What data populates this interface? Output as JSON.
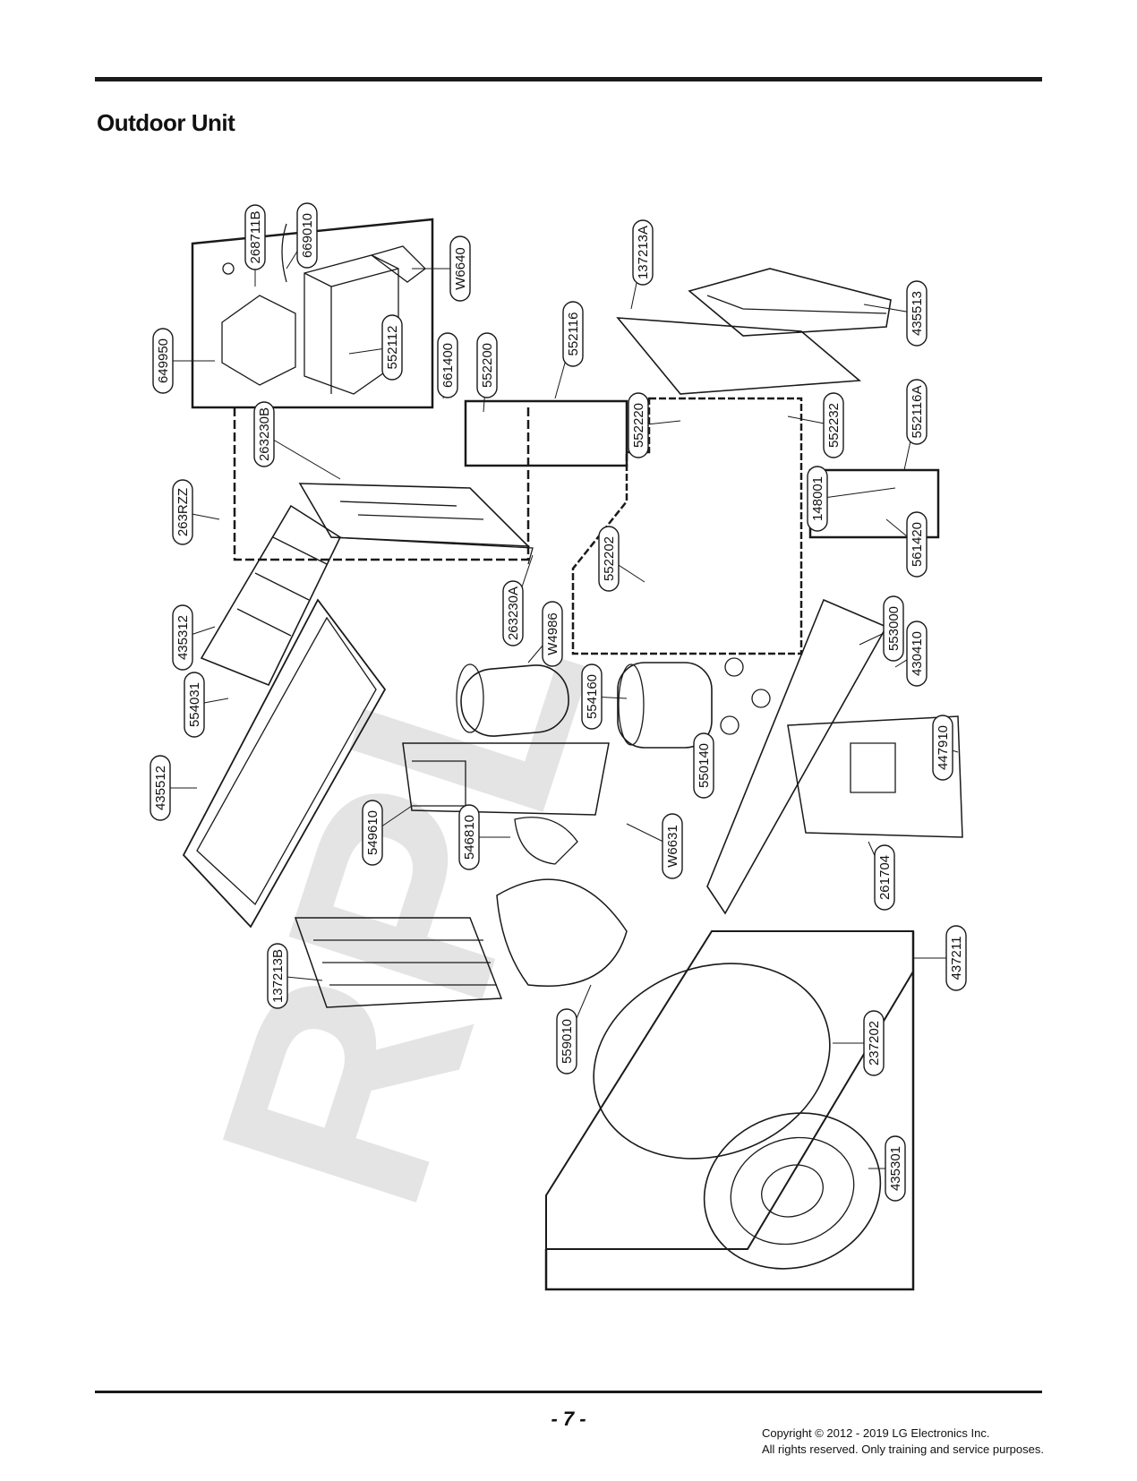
{
  "page": {
    "heading": "Outdoor Unit",
    "page_number": "- 7 -",
    "copyright_line1": "Copyright © 2012 - 2019 LG Electronics Inc.",
    "copyright_line2": "All rights reserved. Only training and service purposes."
  },
  "watermark": "RPL",
  "part_labels": [
    "268711B",
    "669010",
    "W6640",
    "649950",
    "552112",
    "661400",
    "552200",
    "552116",
    "137213A",
    "435513",
    "552220",
    "552232",
    "552116A",
    "263230B",
    "148001",
    "561420",
    "263RZZ",
    "552202",
    "435312",
    "263230A",
    "W4986",
    "553000",
    "430410",
    "554031",
    "554160",
    "550140",
    "447910",
    "435512",
    "549610",
    "546810",
    "W6631",
    "261704",
    "137213B",
    "437211",
    "559010",
    "237202",
    "435301"
  ]
}
